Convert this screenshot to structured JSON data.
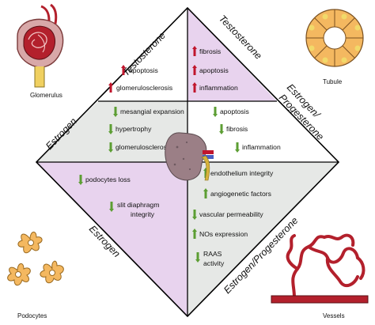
{
  "colors": {
    "top_fill": "#ffffff",
    "right_top_fill": "#e8d3ee",
    "left_mid_fill": "#e6e8e6",
    "right_mid_fill": "#ffffff",
    "left_low_fill": "#e8d3ee",
    "right_low_fill": "#e6e8e6",
    "outline": "#000000",
    "arrow_up_red": "#c0152c",
    "arrow_down_green": "#5c9e33",
    "arrow_up_green": "#5c9e33"
  },
  "headers": {
    "top_left": "Testosterone",
    "top_right": "Testosterone",
    "mid_left": "Estrogen",
    "mid_right": "Estrogen/ Progesterone",
    "mid_right_line1": "Estrogen/",
    "mid_right_line2": "Progesterone",
    "low_left": "Estrogen",
    "low_right": "Estrogen/Progesterone"
  },
  "regions": {
    "top_left_items": [
      {
        "text": "apoptosis",
        "arrow": "up-red"
      },
      {
        "text": "glomerulosclerosis",
        "arrow": "up-red"
      }
    ],
    "top_right_items": [
      {
        "text": "fibrosis",
        "arrow": "up-red"
      },
      {
        "text": "apoptosis",
        "arrow": "up-red"
      },
      {
        "text": "inflammation",
        "arrow": "up-red"
      }
    ],
    "mid_left_items": [
      {
        "text": "mesangial expansion",
        "arrow": "down-green"
      },
      {
        "text": "hypertrophy",
        "arrow": "down-green"
      },
      {
        "text": "glomerulosclerosis",
        "arrow": "down-green"
      }
    ],
    "mid_right_items": [
      {
        "text": "apoptosis",
        "arrow": "down-green"
      },
      {
        "text": "fibrosis",
        "arrow": "down-green"
      },
      {
        "text": "inflammation",
        "arrow": "down-green"
      }
    ],
    "low_left_items": [
      {
        "text": "podocytes loss",
        "arrow": "down-green"
      },
      {
        "text": "slit diaphragm integrity",
        "arrow": "down-green",
        "line1": "slit diaphragm",
        "line2": "integrity"
      }
    ],
    "low_right_items": [
      {
        "text": "endothelium integrity",
        "arrow": "up-green"
      },
      {
        "text": "angiogenetic factors",
        "arrow": "up-green"
      },
      {
        "text": "vascular permeability",
        "arrow": "down-green"
      },
      {
        "text": "NOs expression",
        "arrow": "up-green"
      },
      {
        "text": "RAAS activity",
        "arrow": "down-green",
        "line1": "RAAS",
        "line2": "activity"
      }
    ]
  },
  "corner_captions": {
    "glomerulus": "Glomerulus",
    "tubule": "Tubule",
    "podocytes": "Podocytes",
    "vessels": "Vessels"
  }
}
